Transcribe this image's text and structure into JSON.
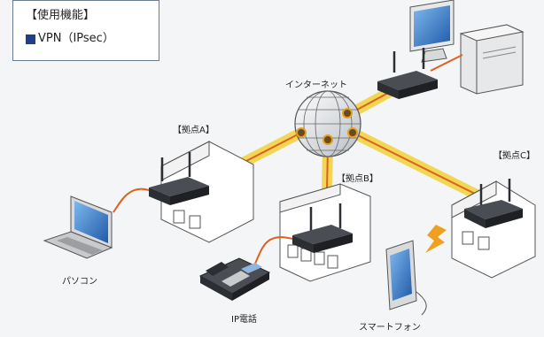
{
  "feature_box": {
    "title": "【使用機能】",
    "item": "VPN（IPsec）",
    "square_color": "#1e3f8f"
  },
  "labels": {
    "internet": "インターネット",
    "site_a": "【拠点A】",
    "site_b": "【拠点B】",
    "site_c": "【拠点C】",
    "pc": "パソコン",
    "ip_phone": "IP電話",
    "smartphone": "スマートフォン"
  },
  "colors": {
    "vpn_tunnel": "#f2d13a",
    "vpn_line": "#e0601e",
    "cable": "#e0601e",
    "building": "#ffffff",
    "router": "#2b2e32"
  }
}
